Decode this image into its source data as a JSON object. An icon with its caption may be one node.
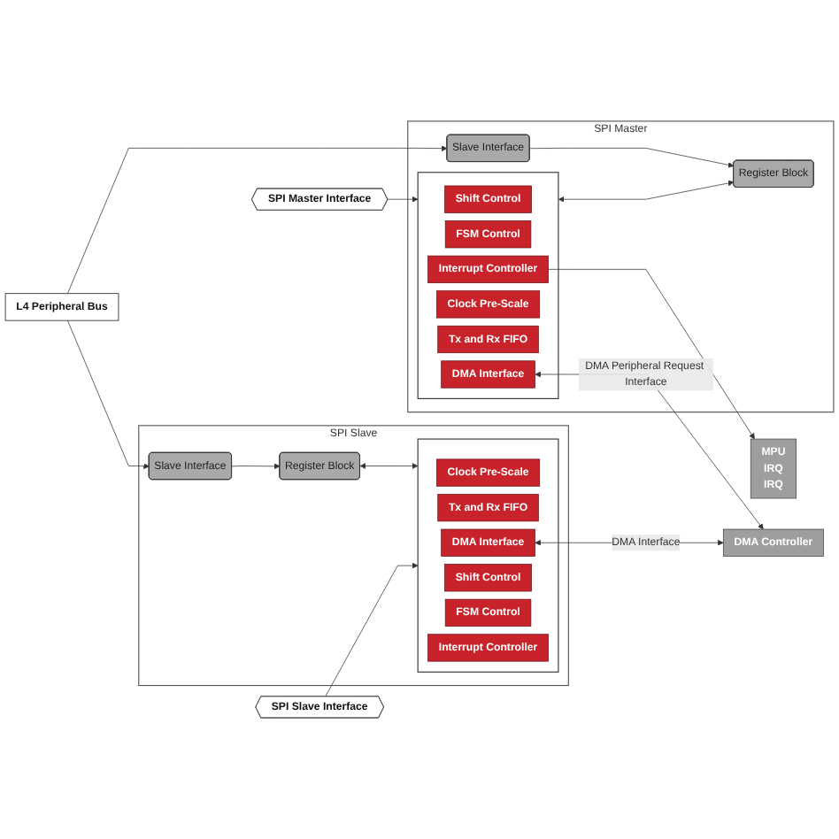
{
  "diagram": {
    "nodes": [
      {
        "text": [
          "SPI Master"
        ]
      },
      {
        "text": [],
        "shape": "box",
        "in": 0
      },
      {
        "text": [
          "Shift Control"
        ],
        "in": 1
      },
      {
        "text": [
          "FSM Control"
        ],
        "in": 1
      },
      {
        "text": [
          "Interrupt Controller"
        ],
        "in": 1
      },
      {
        "text": [
          "Clock Pre-Scale"
        ],
        "in": 1
      },
      {
        "text": [
          "Tx and Rx FIFO"
        ],
        "in": 1
      },
      {
        "text": [
          "DMA Interface"
        ],
        "in": 1
      },
      {
        "text": [
          "Register Block"
        ],
        "in": 0
      },
      {
        "text": [
          "Slave Interface"
        ],
        "in": 0
      },
      {
        "text": [
          "SPI Master Interface"
        ]
      },
      {
        "text": [
          "MPU",
          "IRQ",
          "IRQ"
        ]
      },
      {
        "text": [
          "DMA Controller"
        ]
      },
      {
        "text": [
          "L4 Peripheral Bus"
        ]
      },
      {
        "text": [
          "SPI Slave"
        ]
      },
      {
        "text": [
          "Slave Interface"
        ],
        "in": 14
      },
      {
        "text": [
          "Register Block"
        ],
        "in": 14
      },
      {
        "text": [],
        "shape": "box",
        "in": 14
      },
      {
        "text": [
          "Clock Pre-Scale"
        ],
        "in": 17
      },
      {
        "text": [
          "Tx and Rx FIFO"
        ],
        "in": 17
      },
      {
        "text": [
          "DMA Interface"
        ],
        "in": 17
      },
      {
        "text": [
          "Shift Control"
        ],
        "in": 17
      },
      {
        "text": [
          "FSM Control"
        ],
        "in": 17
      },
      {
        "text": [
          "Interrupt Controller"
        ],
        "in": 17
      },
      {
        "text": [
          "SPI Slave Interface"
        ]
      }
    ],
    "edges": [
      {
        "from": 10,
        "to": 1,
        "arrow": "to"
      },
      {
        "from": 4,
        "to": 11,
        "arrow": "to"
      },
      {
        "from": 7,
        "to": 12,
        "arrow": "both",
        "label": "DMA Peripheral Request Interface"
      },
      {
        "from": 1,
        "to": 8,
        "arrow": "both"
      },
      {
        "from": 9,
        "to": 8,
        "arrow": "to"
      },
      {
        "from": 13,
        "to": 9,
        "arrow": "to"
      },
      {
        "from": 13,
        "to": 15,
        "arrow": "to"
      },
      {
        "from": 15,
        "to": 16,
        "arrow": "to"
      },
      {
        "from": 16,
        "to": 17,
        "arrow": "both"
      },
      {
        "from": 24,
        "to": 17,
        "arrow": "to"
      },
      {
        "from": 20,
        "to": 12,
        "arrow": "both",
        "label": "DMA Interface"
      }
    ]
  }
}
